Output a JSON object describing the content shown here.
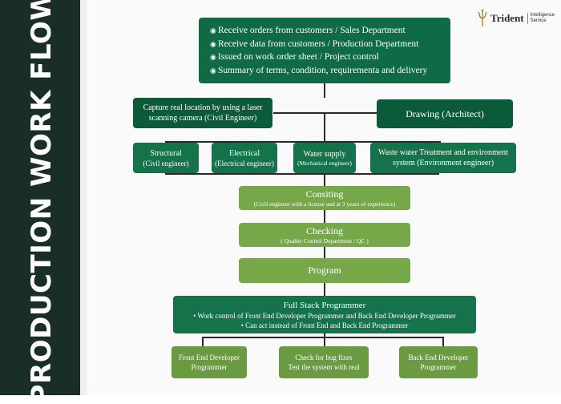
{
  "sidebar": {
    "title": "PRODUCTION WORK FLOW"
  },
  "logo": {
    "name": "Trident",
    "sub1": "Intelligence",
    "sub2": "Service",
    "colors": {
      "mark": "#a8842a"
    }
  },
  "top": {
    "items": [
      "Receive orders from customers   / Sales Department",
      "Receive data from customers      / Production Department",
      "Issued on work order sheet          / Project control",
      "Summary of terms, condition, requirementa and delivery"
    ]
  },
  "capture": {
    "line1": "Capture real location by using a laser",
    "line2": "scanning camera (Civil Engineer)"
  },
  "drawing": {
    "label": "Drawing (Architect)"
  },
  "structural": {
    "line1": "Structural",
    "line2": "(Civil engineer)"
  },
  "electrical": {
    "line1": "Electrical",
    "line2": "(Electrical engineer)"
  },
  "water": {
    "line1": "Water supply",
    "line2": "(Mechanical engineer)"
  },
  "waste": {
    "line1": "Waste water Treatment and environment",
    "line2": "system (Environment engineer)"
  },
  "consiting": {
    "title": "Consiting",
    "sub": "(Civil engineer with a license and at 3 years of experience)"
  },
  "checking": {
    "title": "Checking",
    "sub": "( Quality Control Department / QC )"
  },
  "program": {
    "title": "Program"
  },
  "fullstack": {
    "title": "Full Stack Programmer",
    "items": [
      "Work control of Front End Developer Programmer and Back End Developer Programmer",
      "Can act instead of Front End and Back End Programmer"
    ]
  },
  "frontend": {
    "line1": "Front End Developer",
    "line2": "Programmer"
  },
  "bugfix": {
    "line1": "Check for bug fixes",
    "line2": "Test the system with real"
  },
  "backend": {
    "line1": "Back End Developer",
    "line2": "Programmer"
  },
  "colors": {
    "dark_green": "#0f6b45",
    "light_green": "#76a84a",
    "sidebar": "#1a2e28"
  }
}
